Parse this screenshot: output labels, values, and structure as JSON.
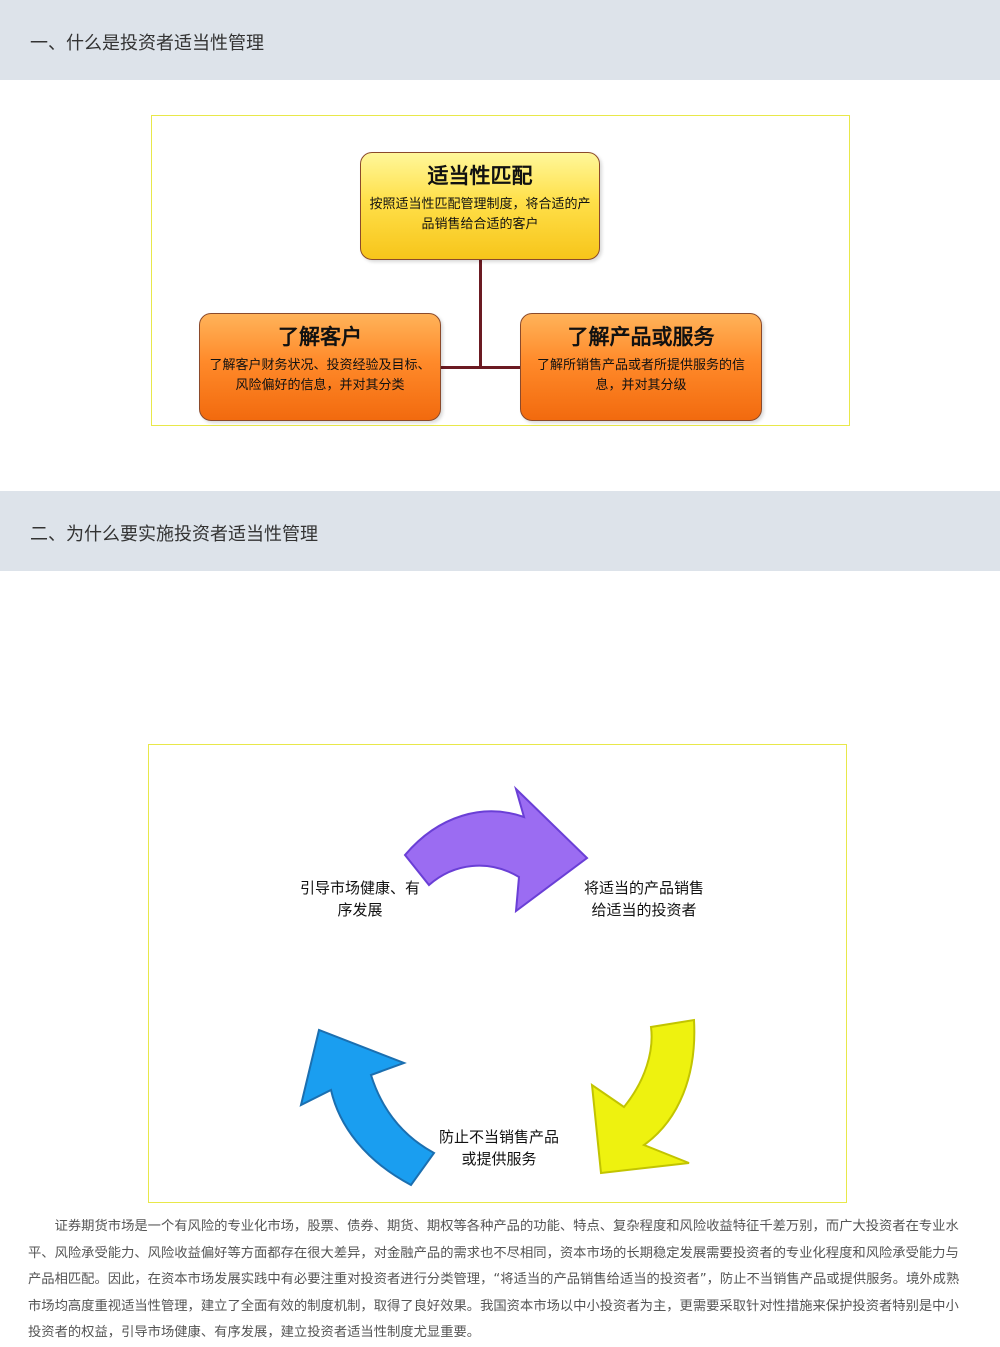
{
  "sections": [
    {
      "title": "一、什么是投资者适当性管理"
    },
    {
      "title": "二、为什么要实施投资者适当性管理"
    }
  ],
  "diagram1": {
    "top_box": {
      "head": "适当性匹配",
      "desc": "按照适当性匹配管理制度，将合适的产品销售给合适的客户"
    },
    "left_box": {
      "head": "了解客户",
      "desc": "了解客户财务状况、投资经验及目标、风险偏好的信息，并对其分类"
    },
    "right_box": {
      "head": "了解产品或服务",
      "desc": "了解所销售产品或者所提供服务的信息，并对其分级"
    },
    "colors": {
      "top_box": "#ffe04a",
      "side_boxes": "#ff8a2a",
      "connector": "#6b1a22"
    }
  },
  "diagram2": {
    "labels": {
      "left": "引导市场健康、有序发展",
      "right": "将适当的产品销售给适当的投资者",
      "bottom": "防止不当销售产品或提供服务"
    },
    "arrow_colors": {
      "top": "#9b6cf2",
      "right": "#eef20f",
      "left": "#1a9ef0"
    }
  },
  "body_text": "证券期货市场是一个有风险的专业化市场，股票、债券、期货、期权等各种产品的功能、特点、复杂程度和风险收益特征千差万别，而广大投资者在专业水平、风险承受能力、风险收益偏好等方面都存在很大差异，对金融产品的需求也不尽相同，资本市场的长期稳定发展需要投资者的专业化程度和风险承受能力与产品相匹配。因此，在资本市场发展实践中有必要注重对投资者进行分类管理，“将适当的产品销售给适当的投资者”，防止不当销售产品或提供服务。境外成熟市场均高度重视适当性管理，建立了全面有效的制度机制，取得了良好效果。我国资本市场以中小投资者为主，更需要采取针对性措施来保护投资者特别是中小投资者的权益，引导市场健康、有序发展，建立投资者适当性制度尤显重要。"
}
